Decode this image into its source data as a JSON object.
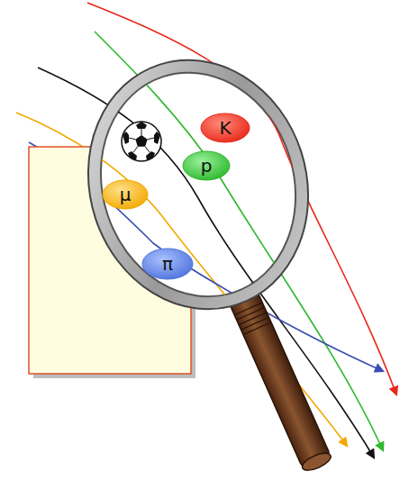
{
  "diagram": {
    "nodes": [
      {
        "text": [
          "K"
        ]
      },
      {
        "text": [
          "p"
        ]
      },
      {
        "text": [
          "μ"
        ]
      },
      {
        "text": [
          "π"
        ]
      }
    ]
  }
}
